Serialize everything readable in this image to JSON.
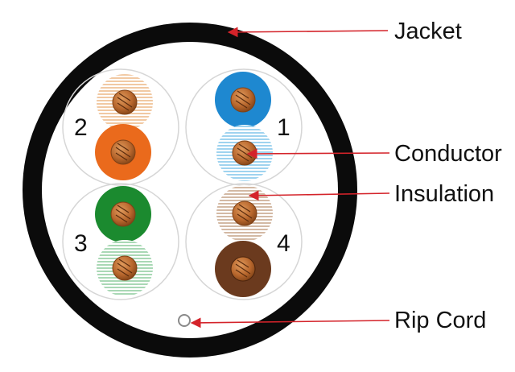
{
  "labels": {
    "jacket": "Jacket",
    "conductor": "Conductor",
    "insulation": "Insulation",
    "rip_cord": "Rip Cord"
  },
  "pairs": [
    {
      "number": "1",
      "solid_color": "#1e88d0",
      "stripe_color": "#9fd3ef"
    },
    {
      "number": "2",
      "solid_color": "#ea6a1c",
      "stripe_color": "#f1c9a3"
    },
    {
      "number": "3",
      "solid_color": "#1b8a2f",
      "stripe_color": "#a9d8b5"
    },
    {
      "number": "4",
      "solid_color": "#6b3a1e",
      "stripe_color": "#d3b9a4"
    }
  ],
  "colors": {
    "jacket": "#0b0b0b",
    "conductor": "#b8672d",
    "arrow": "#d4232a",
    "pair_outline": "#d6d6d6"
  }
}
